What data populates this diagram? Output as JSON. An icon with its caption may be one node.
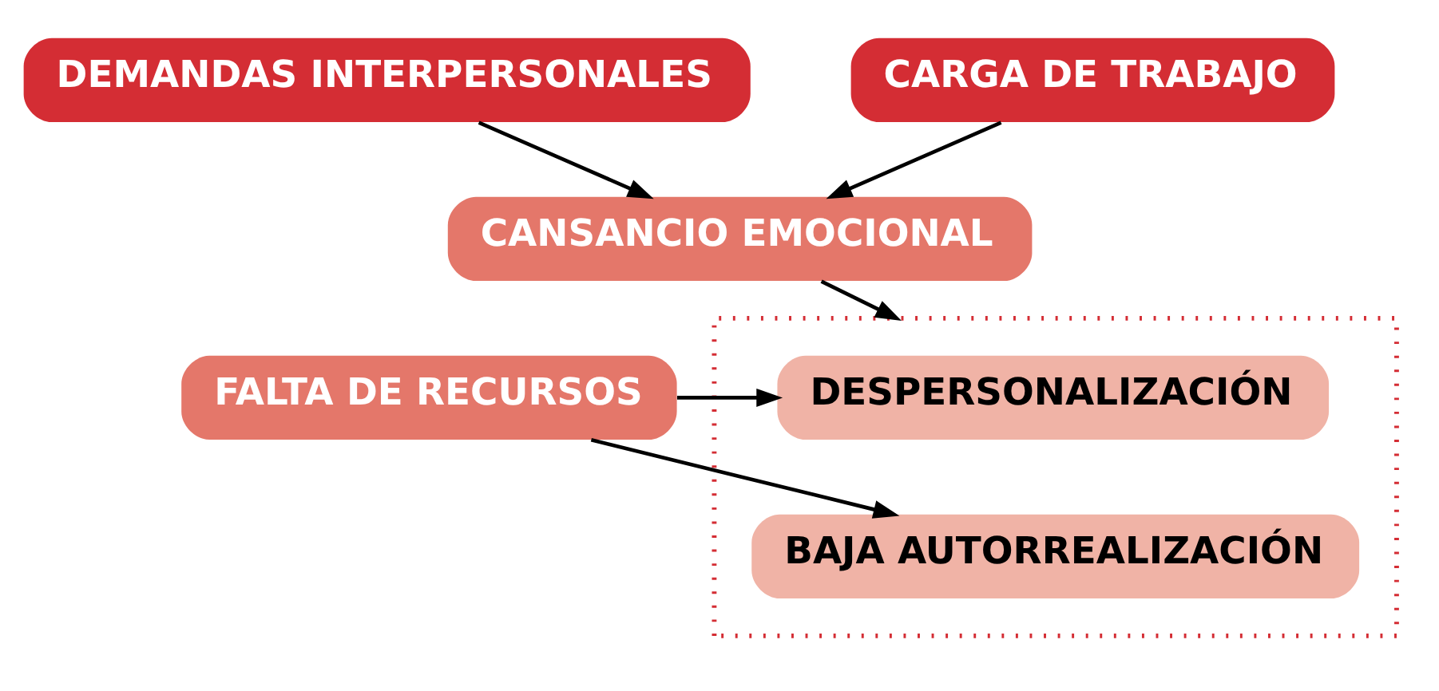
{
  "diagram": {
    "nodes": [
      {
        "text": [
          "DEMANDAS INTERPERSONALES"
        ]
      },
      {
        "text": [
          "CARGA DE TRABAJO"
        ]
      },
      {
        "text": [
          "CANSANCIO EMOCIONAL"
        ]
      },
      {
        "text": [],
        "shape": "box"
      },
      {
        "text": [
          "DESPERSONALIZACIÓN"
        ],
        "in": 3
      },
      {
        "text": [
          "BAJA AUTORREALIZACIÓN"
        ],
        "in": 3
      },
      {
        "text": [
          "FALTA DE RECURSOS"
        ]
      }
    ],
    "edges": [
      {
        "from": 0,
        "to": 2,
        "arrow": "to"
      },
      {
        "from": 1,
        "to": 2,
        "arrow": "to"
      },
      {
        "from": 2,
        "to": 3,
        "arrow": "to"
      },
      {
        "from": 6,
        "to": 4,
        "arrow": "to"
      },
      {
        "from": 6,
        "to": 5,
        "arrow": "to"
      }
    ]
  }
}
